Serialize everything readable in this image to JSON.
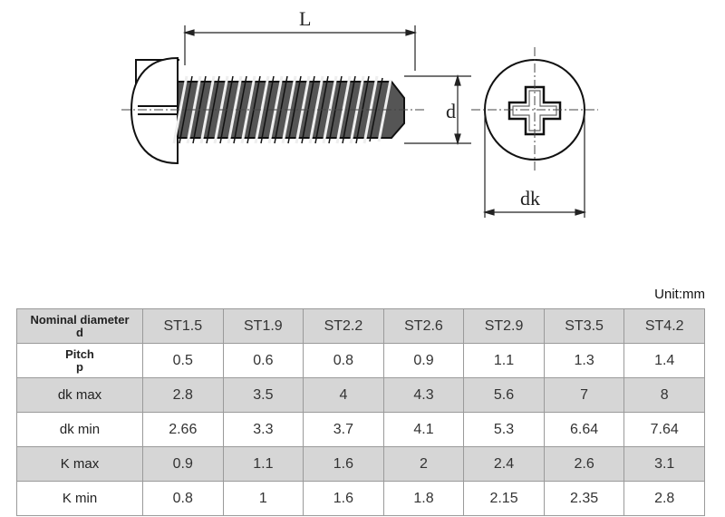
{
  "diagram": {
    "length_label": "L",
    "diameter_label": "d",
    "head_diameter_label": "dk"
  },
  "unit_label": "Unit:mm",
  "table": {
    "rows": [
      {
        "header_line1": "Nominal diameter",
        "header_line2": "d",
        "values": [
          "ST1.5",
          "ST1.9",
          "ST2.2",
          "ST2.6",
          "ST2.9",
          "ST3.5",
          "ST4.2"
        ]
      },
      {
        "header_line1": "Pitch",
        "header_line2": "p",
        "values": [
          "0.5",
          "0.6",
          "0.8",
          "0.9",
          "1.1",
          "1.3",
          "1.4"
        ]
      },
      {
        "header_line1": "dk  max",
        "header_line2": "",
        "values": [
          "2.8",
          "3.5",
          "4",
          "4.3",
          "5.6",
          "7",
          "8"
        ]
      },
      {
        "header_line1": "dk  min",
        "header_line2": "",
        "values": [
          "2.66",
          "3.3",
          "3.7",
          "4.1",
          "5.3",
          "6.64",
          "7.64"
        ]
      },
      {
        "header_line1": "K  max",
        "header_line2": "",
        "values": [
          "0.9",
          "1.1",
          "1.6",
          "2",
          "2.4",
          "2.6",
          "3.1"
        ]
      },
      {
        "header_line1": "K  min",
        "header_line2": "",
        "values": [
          "0.8",
          "1",
          "1.6",
          "1.8",
          "2.15",
          "2.35",
          "2.8"
        ]
      }
    ]
  }
}
